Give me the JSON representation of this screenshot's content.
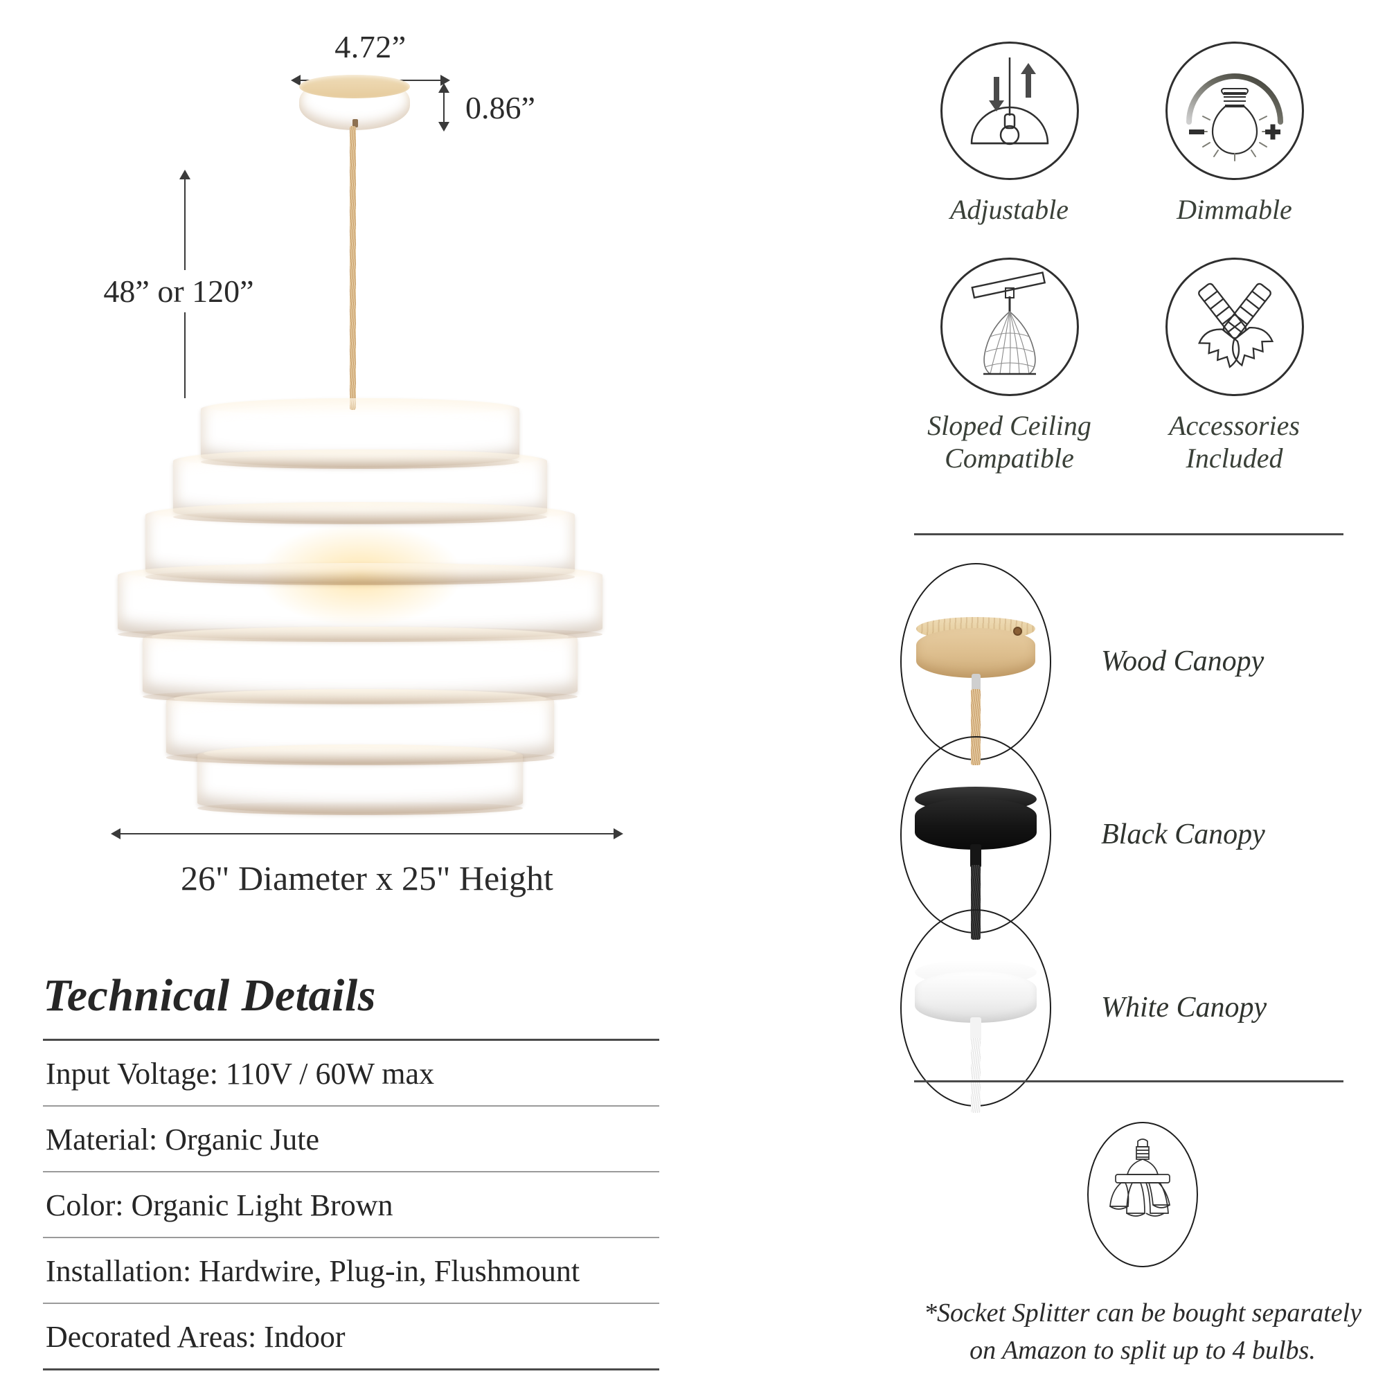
{
  "dimensions": {
    "canopy_width": "4.72”",
    "canopy_height": "0.86”",
    "drop_length": "48” or 120”",
    "shade_size": "26\" Diameter x 25\" Height"
  },
  "tech": {
    "title": "Technical Details",
    "rows": [
      "Input Voltage: 110V / 60W max",
      "Material: Organic Jute",
      "Color: Organic Light Brown",
      "Installation: Hardwire, Plug-in, Flushmount",
      "Decorated Areas: Indoor"
    ]
  },
  "features": [
    {
      "label": "Adjustable",
      "icon": "adjustable-pendant-icon"
    },
    {
      "label": "Dimmable",
      "icon": "dimmable-bulb-icon"
    },
    {
      "label": "Sloped Ceiling\nCompatible",
      "line1": "Sloped Ceiling",
      "line2": "Compatible",
      "icon": "sloped-ceiling-pendant-icon"
    },
    {
      "label": "Accessories\nIncluded",
      "line1": "Accessories",
      "line2": "Included",
      "icon": "crossed-anchors-icon"
    }
  ],
  "canopies": [
    {
      "label": "Wood Canopy",
      "swatch": "wood-canopy-photo"
    },
    {
      "label": "Black Canopy",
      "swatch": "black-canopy-photo"
    },
    {
      "label": "White Canopy",
      "swatch": "white-canopy-photo"
    }
  ],
  "splitter": {
    "icon": "socket-splitter-icon",
    "note_line1": "*Socket Splitter can be bought separately",
    "note_line2": "on Amazon to split up to 4 bulbs."
  },
  "colors": {
    "jute": "#D3AE80",
    "jute_dark": "#A8794A",
    "jute_light": "#E7CFA8",
    "wood": "#E0C392",
    "black": "#141414",
    "white": "#F1F1F1",
    "ink": "#2B2B2B",
    "rule": "#4A4A4A"
  }
}
